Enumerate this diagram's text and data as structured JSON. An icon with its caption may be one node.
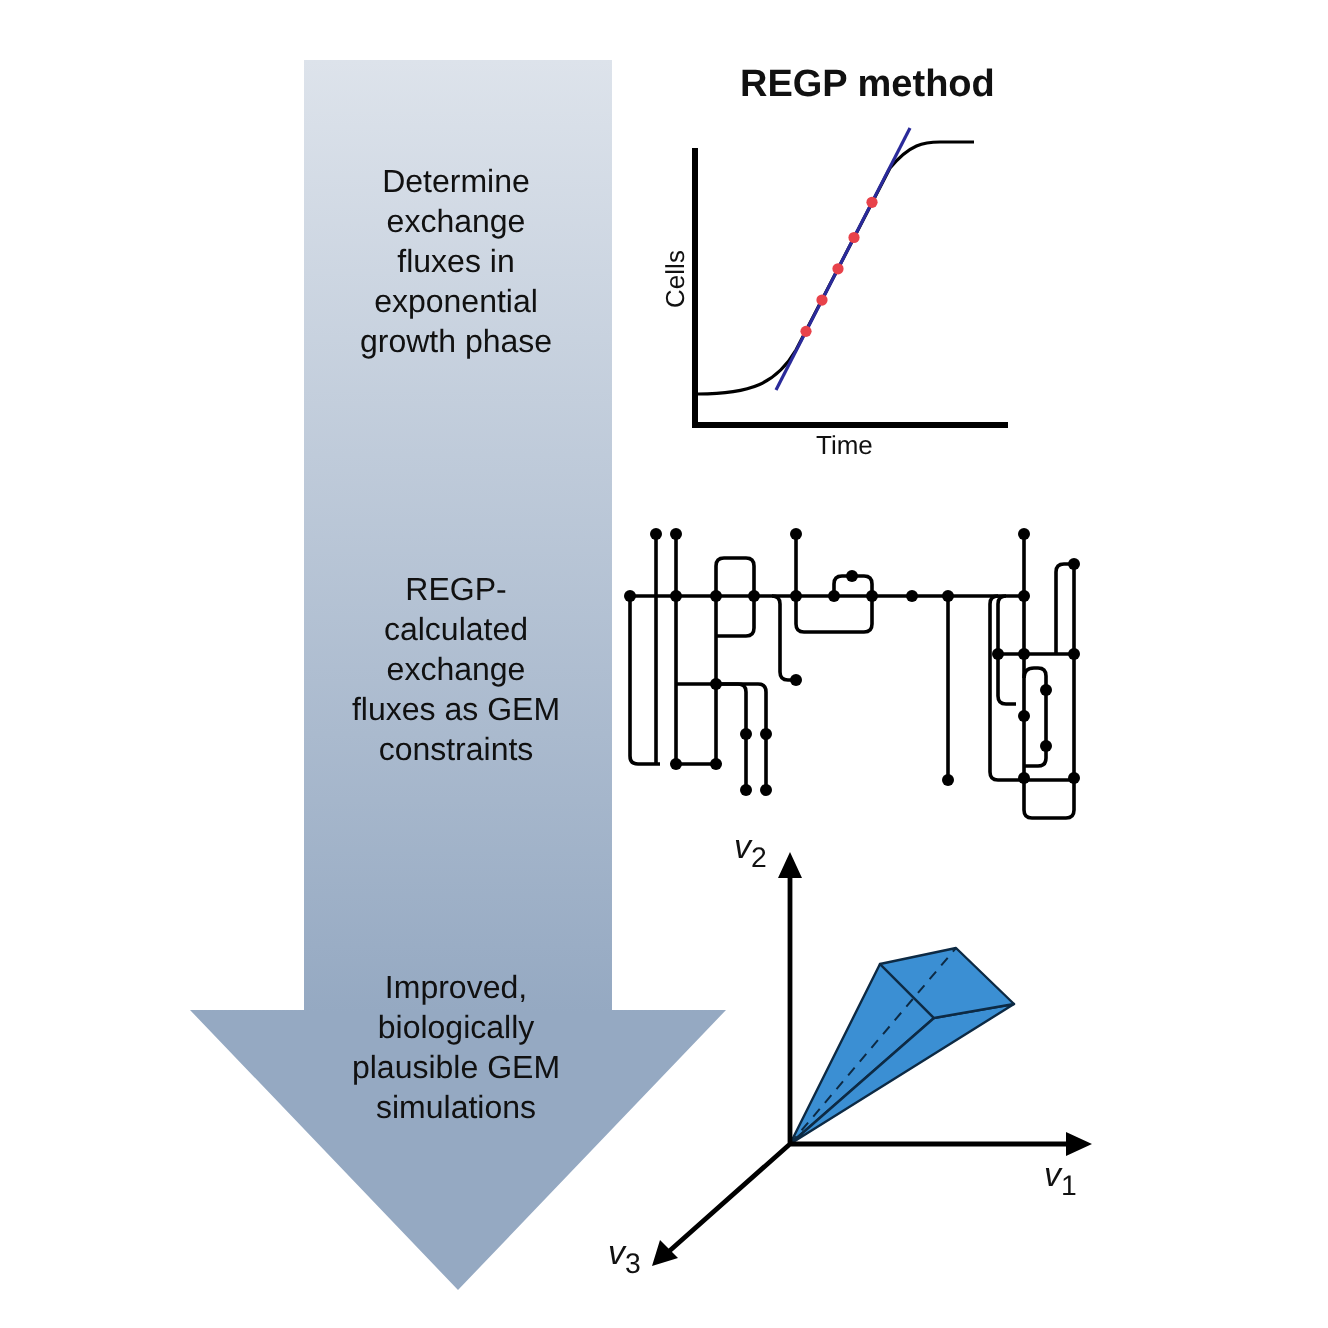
{
  "diagram": {
    "nodes": [
      {
        "text": [
          "Determine exchange fluxes in exponential growth phase",
          "REGP-calculated exchange fluxes as GEM constraints",
          "Improved, biologically plausible GEM simulations"
        ]
      }
    ],
    "labels": [
      "REGP method",
      "Cells",
      "Time",
      "*v*$_{2}$",
      "*v*$_{1}$",
      "*v*$_{3}$"
    ]
  }
}
